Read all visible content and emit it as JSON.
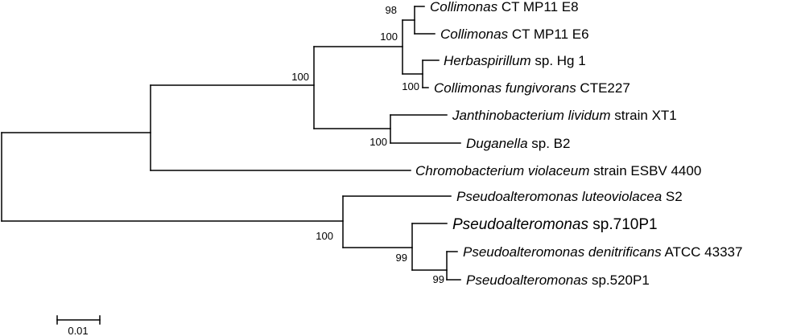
{
  "tree": {
    "taxa": [
      {
        "genus": "Collimonas",
        "rest": " CT MP11 E8"
      },
      {
        "genus": "Collimonas",
        "rest": " CT MP11 E6"
      },
      {
        "genus": "Herbaspirillum",
        "rest": " sp. Hg 1"
      },
      {
        "genus": "Collimonas fungivorans",
        "rest": " CTE227"
      },
      {
        "genus": "Janthinobacterium lividum",
        "rest": " strain XT1"
      },
      {
        "genus": "Duganella",
        "rest": " sp. B2"
      },
      {
        "genus": "Chromobacterium violaceum",
        "rest": " strain ESBV 4400"
      },
      {
        "genus": "Pseudoalteromonas luteoviolacea",
        "rest": " S2"
      },
      {
        "genus": "Pseudoalteromonas",
        "rest": " sp.710P1"
      },
      {
        "genus": "Pseudoalteromonas denitrificans",
        "rest": " ATCC 43337"
      },
      {
        "genus": "Pseudoalteromonas",
        "rest": " sp.520P1"
      }
    ],
    "bootstrap": [
      "98",
      "100",
      "100",
      "100",
      "100",
      "100",
      "99",
      "99"
    ],
    "scale_bar": {
      "label": "0.01"
    }
  }
}
